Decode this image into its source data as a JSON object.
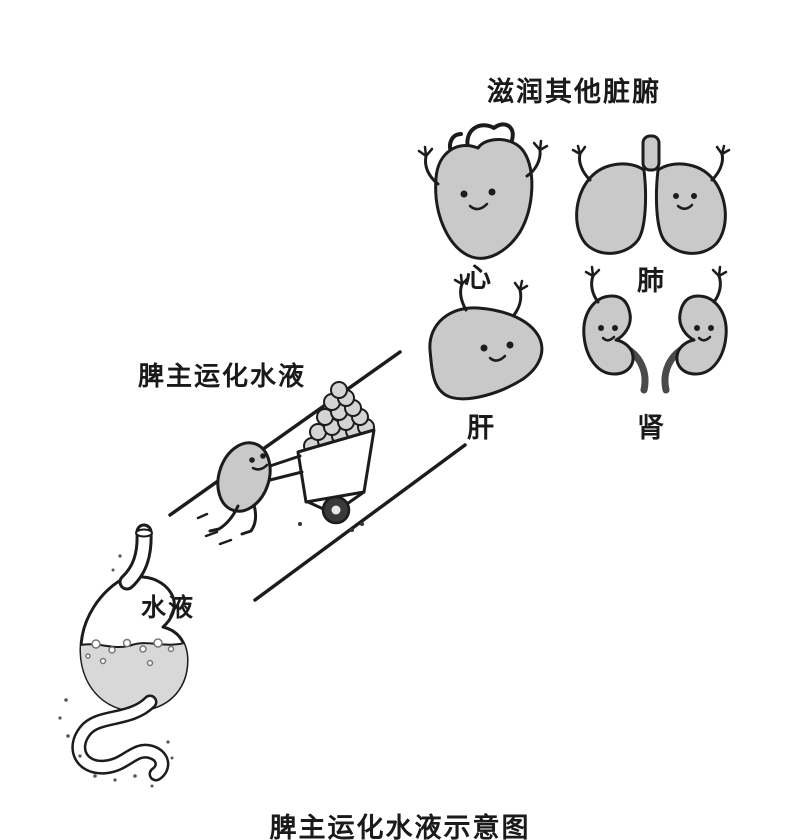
{
  "diagram": {
    "top_label": "滋润其他脏腑",
    "process_label": "脾主运化水液",
    "caption": "脾主运化水液示意图",
    "organ_labels": {
      "heart": "心",
      "lung": "肺",
      "liver": "肝",
      "kidney": "肾"
    },
    "stomach_content_label": "水液"
  },
  "illustrations": [
    "heart-organ-cartoon",
    "lungs-organ-cartoon",
    "liver-organ-cartoon",
    "kidneys-organ-cartoon",
    "spleen-pushing-cart-of-water-droplets",
    "stomach-with-water-fluid",
    "diagonal-road-lines"
  ],
  "colors": {
    "background": "#ffffff",
    "outline": "#1c1c1c",
    "organ_fill": "#c9c9c9",
    "liquid_fill": "#d8d8d8",
    "wheel_fill": "#3a3a3a",
    "text": "#1a1a1a"
  }
}
